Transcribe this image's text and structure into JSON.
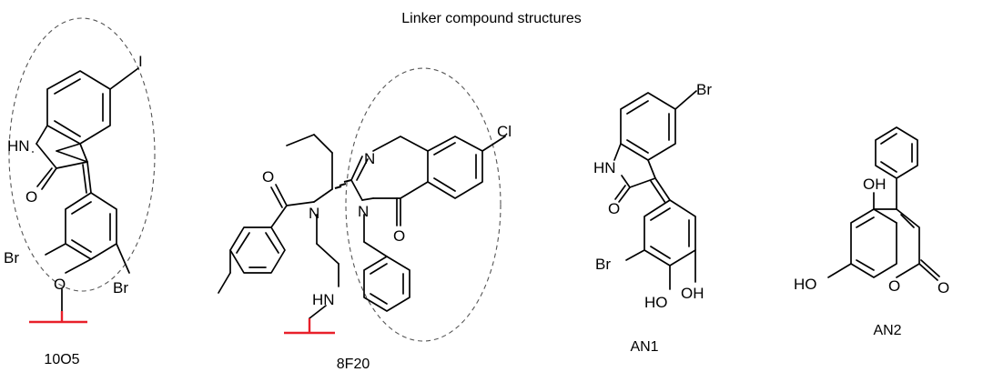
{
  "title": "Linker compound structures",
  "compounds": [
    {
      "name": "10O5",
      "atoms": {
        "nh": "HN",
        "o": "O",
        "i": "I",
        "br_left": "Br",
        "br_right": "Br",
        "o_link": "O"
      },
      "has_linker": true,
      "has_dashed_region": true
    },
    {
      "name": "8F20",
      "atoms": {
        "o_amide": "O",
        "n_amide": "N",
        "hn": "HN",
        "n_ring1": "N",
        "n_ring2": "N",
        "o_ring": "O",
        "cl": "Cl"
      },
      "has_linker": true,
      "has_dashed_region": true
    },
    {
      "name": "AN1",
      "atoms": {
        "hn": "HN",
        "o": "O",
        "br_top": "Br",
        "br_left": "Br",
        "ho": "HO",
        "oh": "OH"
      },
      "has_linker": false,
      "has_dashed_region": false
    },
    {
      "name": "AN2",
      "atoms": {
        "oh": "OH",
        "ho": "HO",
        "o_ring": "O",
        "o_carbonyl": "O"
      },
      "has_linker": false,
      "has_dashed_region": false
    }
  ],
  "colors": {
    "linker": "#e8202a",
    "bond": "#000000",
    "region": "#555555"
  }
}
